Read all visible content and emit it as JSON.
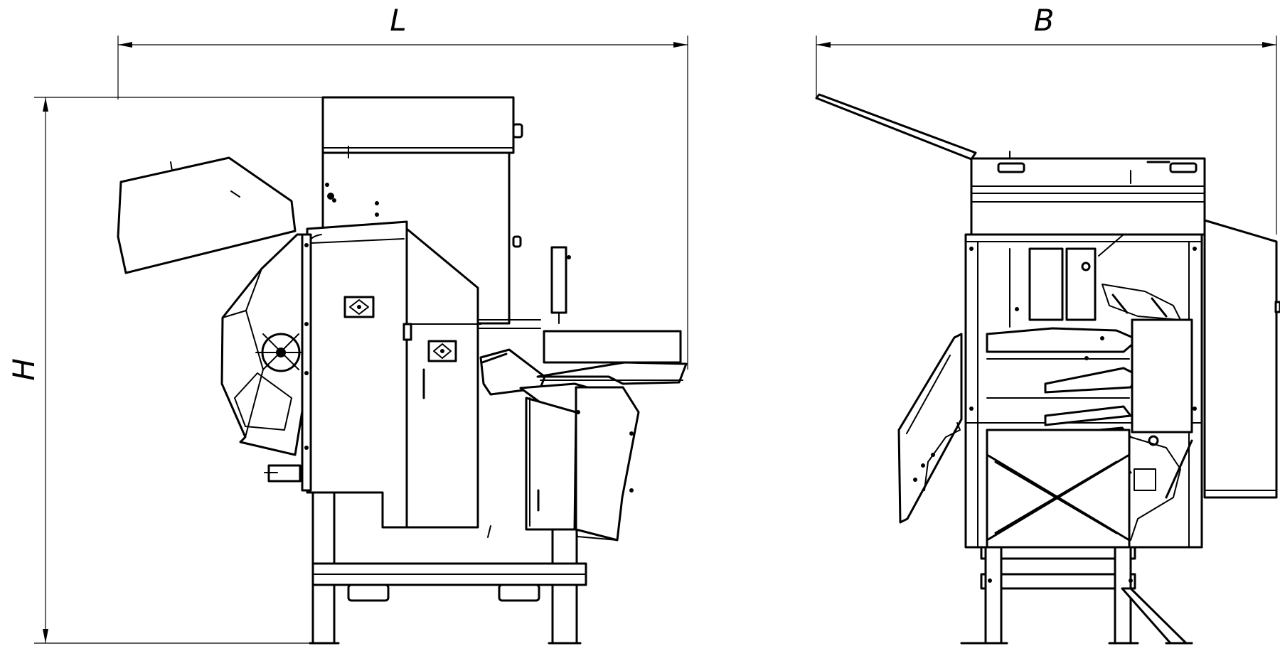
{
  "dimensions": {
    "length_label": "L",
    "width_label": "B",
    "height_label": "H"
  },
  "colors": {
    "line": "#000000",
    "background": "#ffffff"
  }
}
